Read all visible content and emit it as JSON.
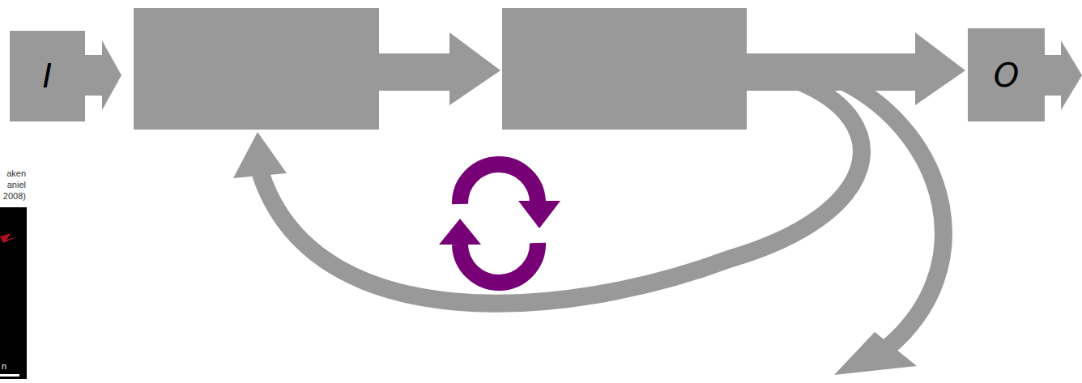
{
  "diagram": {
    "nodes": [
      {
        "text": [
          "I"
        ]
      },
      {
        "text": [
          "O"
        ]
      }
    ],
    "labels": [
      "aken",
      "aniel",
      "2008)",
      "n"
    ]
  }
}
